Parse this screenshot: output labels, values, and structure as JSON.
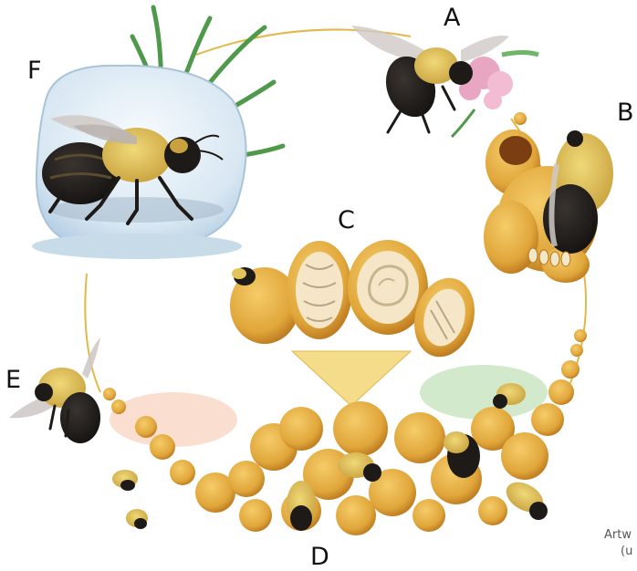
{
  "diagram": {
    "stage_labels": {
      "a": "A",
      "b": "B",
      "c": "C",
      "d": "D",
      "e": "E",
      "f": "F"
    },
    "credit_partial": "Artw",
    "credit_partial_sub": "(u"
  },
  "colors": {
    "cycle_line": "#e2b84a",
    "honey_cell": "#e0a63a",
    "honey_cell_dark": "#b8741c",
    "bee_yellow": "#e3c45a",
    "bee_black": "#1d1a17",
    "wing": "#cfc9c6",
    "snow": "#dce9f3",
    "grass": "#4f9a4a",
    "flower": "#e8a6c2"
  },
  "icons": [
    "queen-bee-icon",
    "worker-bee-icon",
    "flower-icon",
    "grass-icon",
    "egg-cell-icon",
    "pupa-icon",
    "honeycomb-icon"
  ]
}
